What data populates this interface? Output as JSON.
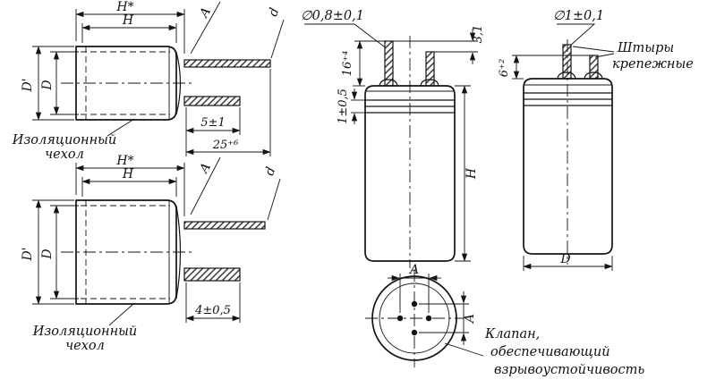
{
  "figure": {
    "cap1": {
      "h_star": "H*",
      "h": "H",
      "d_outer": "D'",
      "d_body": "D",
      "a": "A",
      "lead_d": "d",
      "lead_len": "5±1",
      "total_len": "25⁺⁶",
      "sleeve1": "Изоляционный",
      "sleeve2": "чехол"
    },
    "cap2": {
      "h_star": "H*",
      "h": "H",
      "d_outer": "D'",
      "d_body": "D",
      "a": "A",
      "lead_d": "d",
      "lead_len": "4±0,5",
      "sleeve1": "Изоляционный",
      "sleeve2": "чехол"
    },
    "cap3": {
      "lead_dia": "∅0,8±0,1",
      "lead_offset": "3,1",
      "lead_len": "16⁺⁴",
      "crimp": "1±0,5",
      "h": "H"
    },
    "topview": {
      "a_h": "A",
      "a_v": "A",
      "valve1": "Клапан,",
      "valve2": "обеспечивающий",
      "valve3": "взрывоустойчивость"
    },
    "cap4": {
      "lead_dia": "∅1±0,1",
      "lead_len": "6⁺²",
      "d": "D",
      "pins1": "Штыры",
      "pins2": "крепежные"
    }
  }
}
